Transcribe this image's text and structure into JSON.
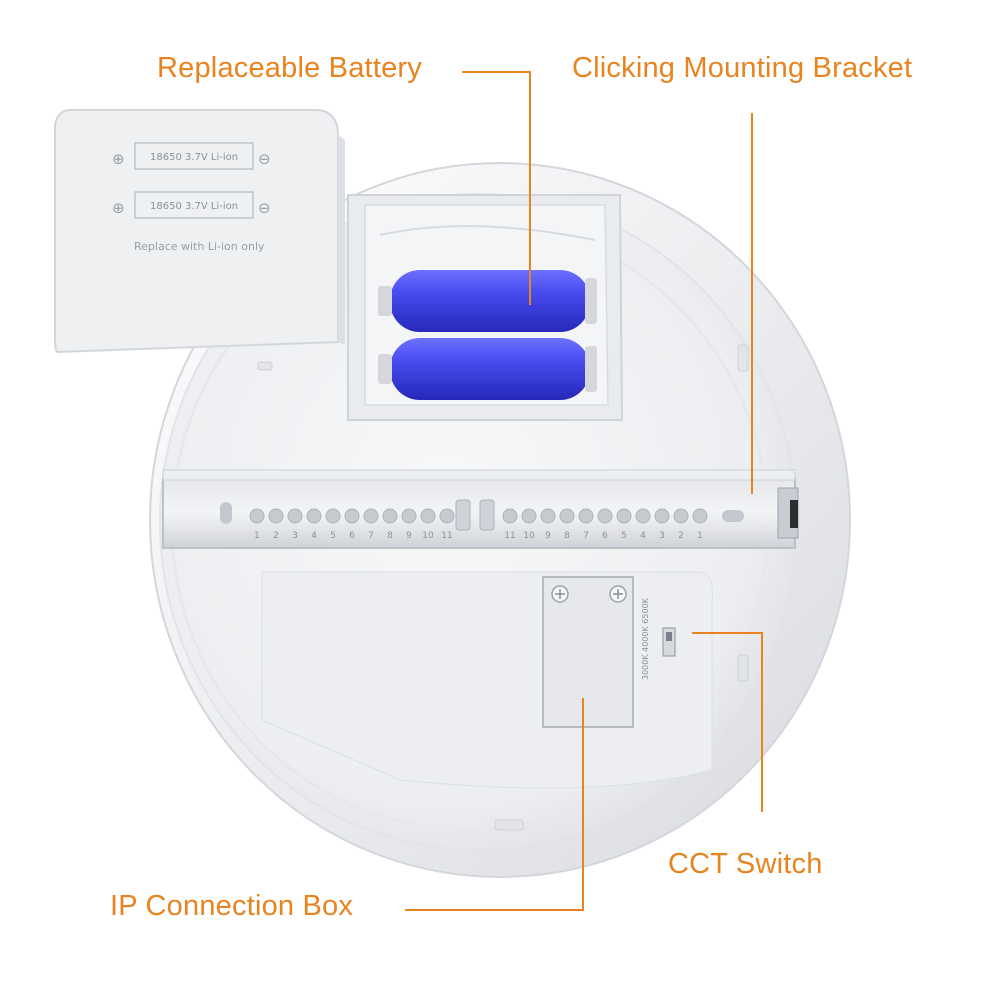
{
  "callouts": {
    "battery": "Replaceable Battery",
    "bracket": "Clicking Mounting Bracket",
    "cct_switch": "CCT Switch",
    "ip_box": "IP Connection Box"
  },
  "battery_cover": {
    "slot_1": "18650  3.7V  Li-ion",
    "slot_2": "18650  3.7V  Li-ion",
    "note": "Replace with Li-ion only",
    "plus": "⊕",
    "minus": "⊖"
  },
  "bracket_scale": {
    "left": [
      "1",
      "2",
      "3",
      "4",
      "5",
      "6",
      "7",
      "8",
      "9",
      "10",
      "11"
    ],
    "right": [
      "11",
      "10",
      "9",
      "8",
      "7",
      "6",
      "5",
      "4",
      "3",
      "2",
      "1"
    ]
  },
  "cct_options": "3000K  4000K  6500K",
  "colors": {
    "callout": "#e8831f",
    "battery_cell": "#3c3fe6",
    "housing": "#f1f2f4"
  }
}
